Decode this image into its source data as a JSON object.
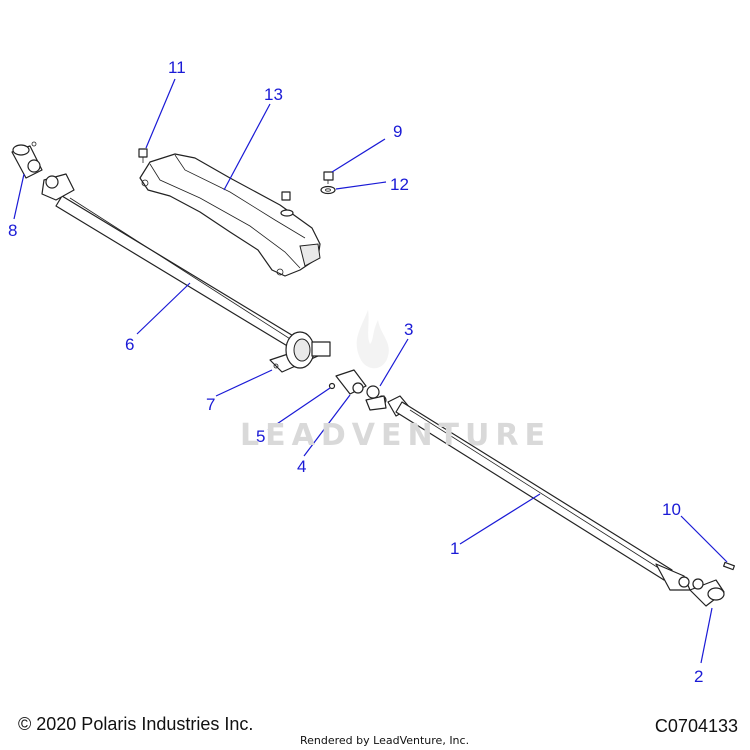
{
  "callouts": [
    {
      "id": "1",
      "text": "1"
    },
    {
      "id": "2",
      "text": "2"
    },
    {
      "id": "3",
      "text": "3"
    },
    {
      "id": "4",
      "text": "4"
    },
    {
      "id": "5",
      "text": "5"
    },
    {
      "id": "6",
      "text": "6"
    },
    {
      "id": "7",
      "text": "7"
    },
    {
      "id": "8",
      "text": "8"
    },
    {
      "id": "9",
      "text": "9"
    },
    {
      "id": "10",
      "text": "10"
    },
    {
      "id": "11",
      "text": "11"
    },
    {
      "id": "12",
      "text": "12"
    },
    {
      "id": "13",
      "text": "13"
    }
  ],
  "footer": {
    "copyright": "© 2020 Polaris Industries Inc.",
    "rendered_by": "Rendered by LeadVenture, Inc.",
    "diagram_code": "C0704133"
  },
  "watermark": {
    "text": "LEADVENTURE"
  },
  "colors": {
    "callout": "#1a1ad6",
    "line": "#222222",
    "watermark": "#d9d9d9"
  }
}
